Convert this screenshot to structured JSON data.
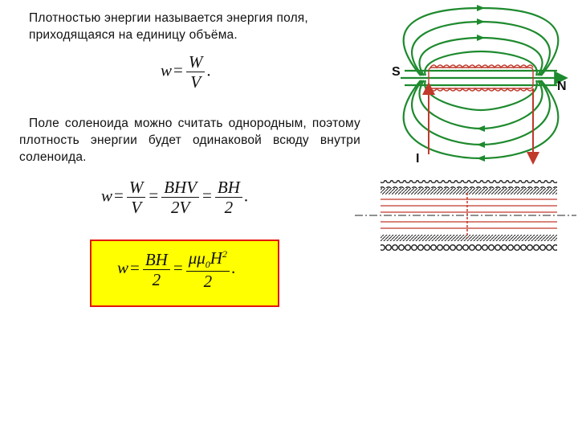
{
  "text": {
    "paragraph1": "Плотностью энергии называется энергия поля, приходящаяся на единицу объёма.",
    "paragraph2": "Поле соленоида можно считать однородным, поэтому плотность энергии будет одинаковой всюду внутри соленоида."
  },
  "formula1": {
    "lhs": "w",
    "eq": "=",
    "num": "W",
    "den": "V",
    "end": "."
  },
  "formula2": {
    "lhs": "w",
    "eq1": "=",
    "num1": "W",
    "den1": "V",
    "eq2": "=",
    "num2": "BHV",
    "den2": "2V",
    "eq3": "=",
    "num3": "BH",
    "den3": "2",
    "end": "."
  },
  "formula3": {
    "lhs": "w",
    "eq1": "=",
    "num1": "BH",
    "den1": "2",
    "eq2": "=",
    "num2_main": "μμ",
    "num2_sub": "0",
    "num2_H": "H",
    "num2_sup": "2",
    "den2": "2",
    "end": "."
  },
  "diagram": {
    "label_s": "S",
    "label_n": "N",
    "label_i": "I",
    "field_color": "#1e8a2e",
    "coil_color": "#c0392b",
    "box_border": "#e3170a",
    "box_fill": "#ffff00"
  }
}
